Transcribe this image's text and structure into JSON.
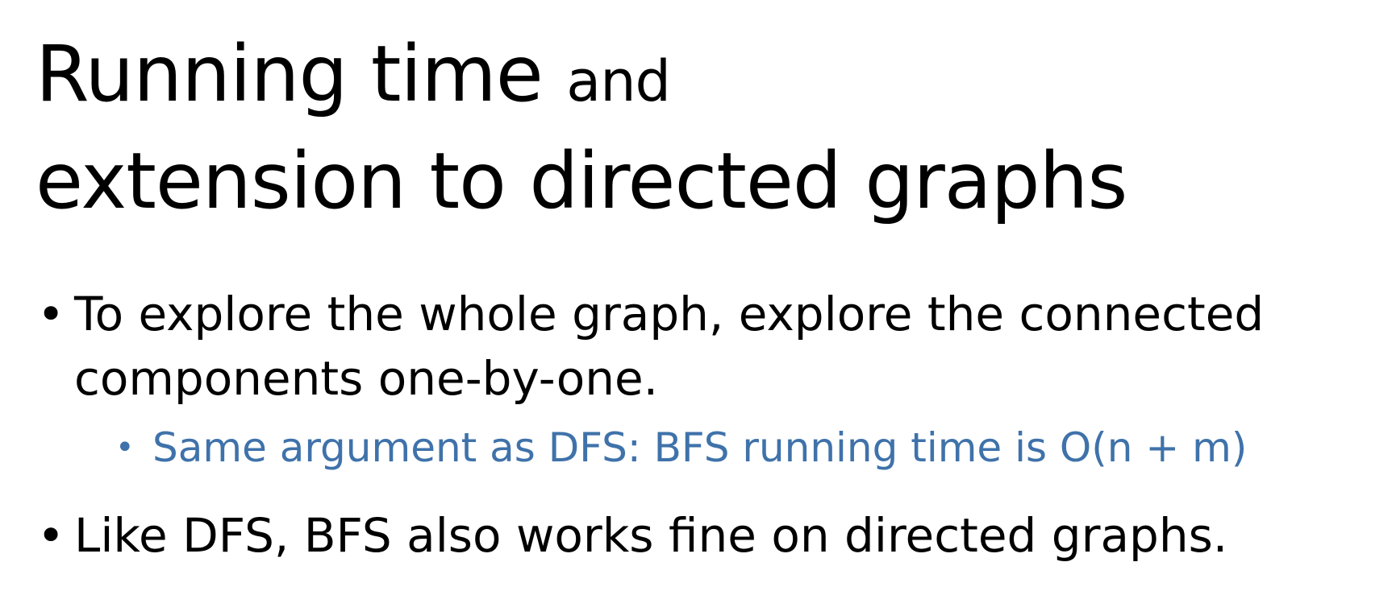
{
  "slide": {
    "title": {
      "line1_main": "Running time",
      "line1_small": "and",
      "line2": "extension to directed graphs"
    },
    "bullets": [
      {
        "text": "To explore the whole graph, explore the connected components one-by-one.",
        "sub": [
          {
            "text": "Same argument as DFS: BFS running time is O(n + m)"
          }
        ]
      },
      {
        "text": "Like DFS, BFS also works fine on directed graphs."
      }
    ],
    "colors": {
      "title": "#000000",
      "body": "#000000",
      "sub_bullet": "#3F72AA",
      "background": "#ffffff"
    },
    "icons": {
      "bullet": "bullet-dot-icon"
    }
  }
}
